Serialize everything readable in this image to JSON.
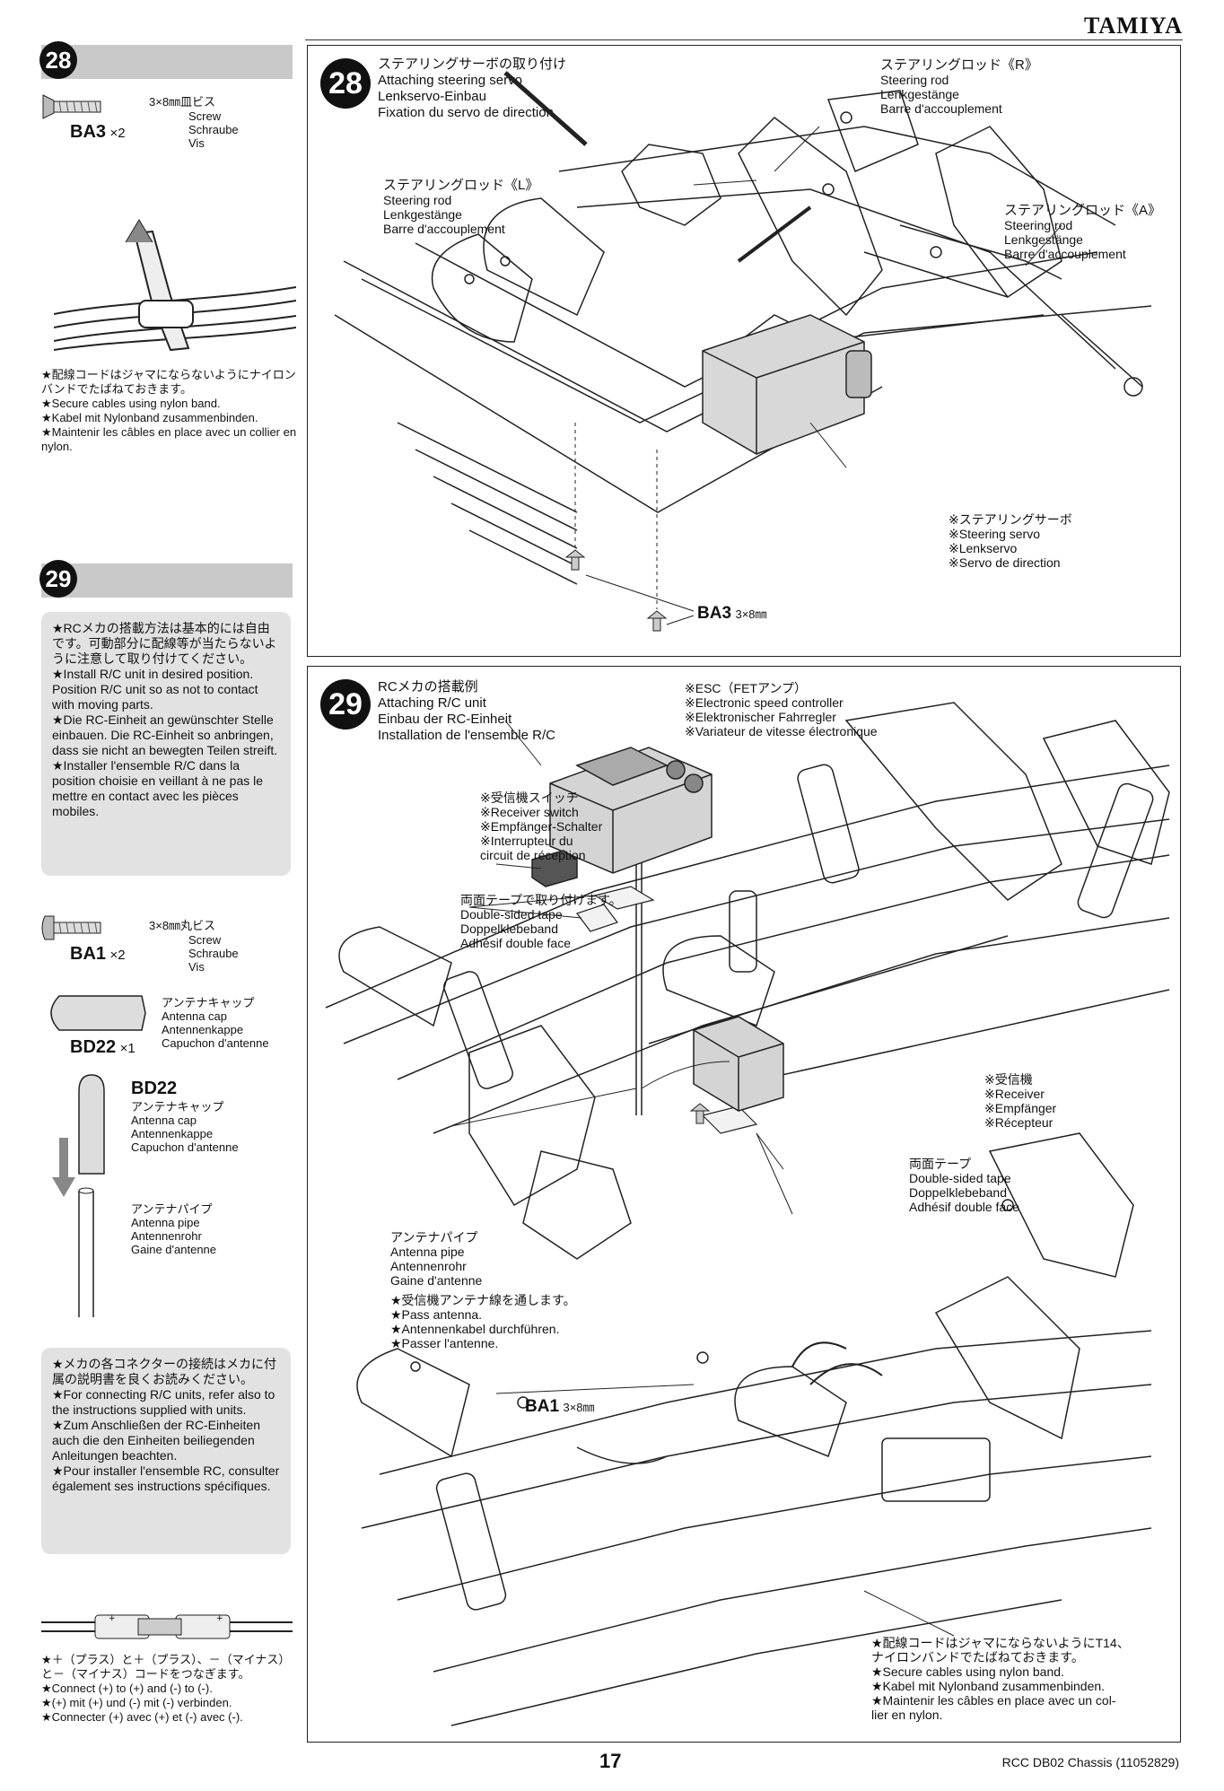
{
  "brand": "TAMIYA",
  "left": {
    "step28_number": "28",
    "step28_part": {
      "spec": "3×8㎜皿ビス",
      "names": [
        "Screw",
        "Schraube",
        "Vis"
      ],
      "code": "BA3",
      "qty": "×2"
    },
    "step28_note": [
      "★配線コードはジャマにならないようにナイロンバンドでたばねておきます。",
      "★Secure cables using nylon band.",
      "★Kabel mit Nylonband zusammenbinden.",
      "★Maintenir les câbles en place avec un collier en nylon."
    ],
    "step29_number": "29",
    "step29_note": [
      "★RCメカの搭載方法は基本的には自由です。可動部分に配線等が当たらないように注意して取り付けてください。",
      "★Install R/C unit in desired position. Position R/C unit so as not to contact with moving parts.",
      "★Die RC-Einheit an gewünschter Stelle einbauen. Die RC-Einheit so anbringen, dass sie nicht an bewegten Teilen streift.",
      "★Installer l'ensemble R/C dans la position choisie en veillant à ne pas le mettre en contact avec les pièces mobiles."
    ],
    "ba1": {
      "spec": "3×8㎜丸ビス",
      "names": [
        "Screw",
        "Schraube",
        "Vis"
      ],
      "code": "BA1",
      "qty": "×2"
    },
    "bd22": {
      "names": [
        "アンテナキャップ",
        "Antenna cap",
        "Antennenkappe",
        "Capuchon d'antenne"
      ],
      "code": "BD22",
      "qty": "×1"
    },
    "bd22_detail": {
      "code": "BD22",
      "names": [
        "アンテナキャップ",
        "Antenna cap",
        "Antennenkappe",
        "Capuchon d'antenne"
      ]
    },
    "pipe": {
      "names": [
        "アンテナパイプ",
        "Antenna pipe",
        "Antennenrohr",
        "Gaine d'antenne"
      ]
    },
    "connector_note": [
      "★メカの各コネクターの接続はメカに付属の説明書を良くお読みください。",
      "★For connecting R/C units, refer also to the instructions supplied with units.",
      "★Zum Anschließen der RC-Einheiten auch die den Einheiten beiliegenden Anleitungen beachten.",
      "★Pour installer l'ensemble RC, consulter également ses instructions spécifiques."
    ],
    "polarity_note": [
      "★＋（プラス）と＋（プラス）、－（マイナス）と－（マイナス）コードをつなぎます。",
      "★Connect (+) to (+) and (-) to (-).",
      "★(+) mit (+) und (-) mit (-) verbinden.",
      "★Connecter (+) avec (+) et (-) avec (-)."
    ]
  },
  "panel28": {
    "number": "28",
    "title": [
      "ステアリングサーボの取り付け",
      "Attaching steering servo",
      "Lenkservo-Einbau",
      "Fixation du servo de direction"
    ],
    "rod_r": [
      "ステアリングロッド《R》",
      "Steering rod",
      "Lenkgestänge",
      "Barre d'accouplement"
    ],
    "rod_l": [
      "ステアリングロッド《L》",
      "Steering rod",
      "Lenkgestänge",
      "Barre d'accouplement"
    ],
    "rod_a": [
      "ステアリングロッド《A》",
      "Steering rod",
      "Lenkgestänge",
      "Barre d'accouplement"
    ],
    "servo": [
      "※ステアリングサーボ",
      "※Steering servo",
      "※Lenkservo",
      "※Servo de direction"
    ],
    "screw_code": "BA3",
    "screw_spec": "3×8㎜"
  },
  "panel29": {
    "number": "29",
    "title": [
      "RCメカの搭載例",
      "Attaching R/C unit",
      "Einbau der RC-Einheit",
      "Installation de l'ensemble R/C"
    ],
    "esc": [
      "※ESC（FETアンプ）",
      "※Electronic speed controller",
      "※Elektronischer Fahrregler",
      "※Variateur de vitesse électronique"
    ],
    "switch": [
      "※受信機スイッチ",
      "※Receiver switch",
      "※Empfänger-Schalter",
      "※Interrupteur du",
      "circuit de réception"
    ],
    "tape1": [
      "両面テープで取り付けます。",
      "Double-sided tape",
      "Doppelklebeband",
      "Adhésif double face"
    ],
    "receiver": [
      "※受信機",
      "※Receiver",
      "※Empfänger",
      "※Récepteur"
    ],
    "tape2": [
      "両面テープ",
      "Double-sided tape",
      "Doppelklebeband",
      "Adhésif double face"
    ],
    "pipe": [
      "アンテナパイプ",
      "Antenna pipe",
      "Antennenrohr",
      "Gaine d'antenne"
    ],
    "pass": [
      "★受信機アンテナ線を通します。",
      "★Pass antenna.",
      "★Antennenkabel durchführen.",
      "★Passer l'antenne."
    ],
    "screw_code": "BA1",
    "screw_spec": "3×8㎜",
    "cable_note": [
      "★配線コードはジャマにならないようにT14、",
      "ナイロンバンドでたばねておきます。",
      "★Secure cables using nylon band.",
      "★Kabel mit Nylonband zusammenbinden.",
      "★Maintenir les câbles en place avec un col-",
      "lier en nylon."
    ]
  },
  "footer": {
    "page": "17",
    "model": "RCC DB02 Chassis (11052829)"
  }
}
